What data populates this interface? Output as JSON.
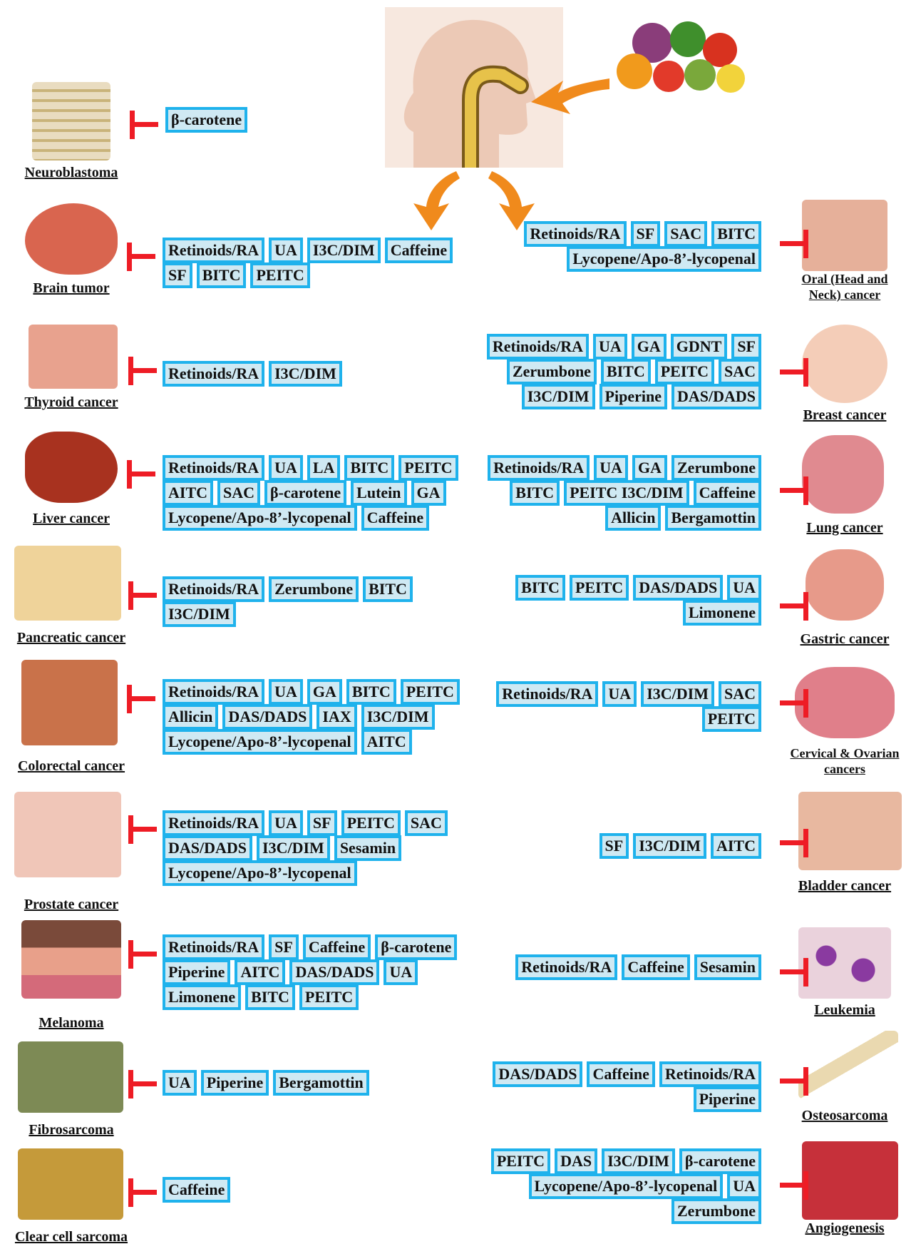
{
  "left": [
    {
      "label": "Neuroblastoma",
      "rows": [
        [
          "β-carotene"
        ]
      ]
    },
    {
      "label": "Brain tumor",
      "rows": [
        [
          "Retinoids/RA",
          "UA",
          "I3C/DIM",
          "Caffeine"
        ],
        [
          "SF",
          "BITC",
          "PEITC"
        ]
      ]
    },
    {
      "label": "Thyroid cancer",
      "rows": [
        [
          "Retinoids/RA",
          "I3C/DIM"
        ]
      ]
    },
    {
      "label": "Liver cancer",
      "rows": [
        [
          "Retinoids/RA",
          "UA",
          "LA",
          "BITC",
          "PEITC"
        ],
        [
          "AITC",
          "SAC",
          "β-carotene",
          "Lutein",
          "GA"
        ],
        [
          "Lycopene/Apo-8’-lycopenal",
          "Caffeine"
        ]
      ]
    },
    {
      "label": "Pancreatic cancer",
      "rows": [
        [
          "Retinoids/RA",
          "Zerumbone",
          "BITC"
        ],
        [
          "I3C/DIM"
        ]
      ]
    },
    {
      "label": "Colorectal cancer",
      "rows": [
        [
          "Retinoids/RA",
          "UA",
          "GA",
          "BITC",
          "PEITC"
        ],
        [
          "Allicin",
          "DAS/DADS",
          "IAX",
          "I3C/DIM"
        ],
        [
          "Lycopene/Apo-8’-lycopenal",
          "AITC"
        ]
      ]
    },
    {
      "label": "Prostate cancer",
      "rows": [
        [
          "Retinoids/RA",
          "UA",
          "SF",
          "PEITC",
          "SAC"
        ],
        [
          "DAS/DADS",
          "I3C/DIM",
          "Sesamin"
        ],
        [
          "Lycopene/Apo-8’-lycopenal"
        ]
      ]
    },
    {
      "label": "Melanoma",
      "rows": [
        [
          "Retinoids/RA",
          "SF",
          "Caffeine",
          "β-carotene"
        ],
        [
          "Piperine",
          "AITC",
          "DAS/DADS",
          "UA"
        ],
        [
          "Limonene",
          "BITC",
          "PEITC"
        ]
      ]
    },
    {
      "label": "Fibrosarcoma",
      "rows": [
        [
          "UA",
          "Piperine",
          "Bergamottin"
        ]
      ]
    },
    {
      "label": "Clear cell sarcoma",
      "rows": [
        [
          "Caffeine"
        ]
      ]
    }
  ],
  "right": [
    {
      "label": "Oral (Head and Neck) cancer",
      "rows": [
        [
          "Retinoids/RA",
          "SF",
          "SAC",
          "BITC"
        ],
        [
          "Lycopene/Apo-8’-lycopenal"
        ]
      ]
    },
    {
      "label": "Breast cancer",
      "rows": [
        [
          "Retinoids/RA",
          "UA",
          "GA",
          "GDNT",
          "SF"
        ],
        [
          "Zerumbone",
          "BITC",
          "PEITC",
          "SAC"
        ],
        [
          "I3C/DIM",
          "Piperine",
          "DAS/DADS"
        ]
      ]
    },
    {
      "label": "Lung cancer",
      "rows": [
        [
          "Retinoids/RA",
          "UA",
          "GA",
          "Zerumbone"
        ],
        [
          "BITC",
          "PEITC I3C/DIM",
          "Caffeine"
        ],
        [
          "Allicin",
          "Bergamottin"
        ]
      ]
    },
    {
      "label": "Gastric cancer",
      "rows": [
        [
          "BITC",
          "PEITC",
          "DAS/DADS",
          "UA"
        ],
        [
          "Limonene"
        ]
      ]
    },
    {
      "label": "Cervical & Ovarian cancers",
      "rows": [
        [
          "Retinoids/RA",
          "UA",
          "I3C/DIM",
          "SAC"
        ],
        [
          "PEITC"
        ]
      ]
    },
    {
      "label": "Bladder cancer",
      "rows": [
        [
          "SF",
          "I3C/DIM",
          "AITC"
        ]
      ]
    },
    {
      "label": "Leukemia",
      "rows": [
        [
          "Retinoids/RA",
          "Caffeine",
          "Sesamin"
        ]
      ]
    },
    {
      "label": "Osteosarcoma",
      "rows": [
        [
          "DAS/DADS",
          "Caffeine",
          "Retinoids/RA"
        ],
        [
          "Piperine"
        ]
      ]
    },
    {
      "label": "Angiogenesis",
      "rows": [
        [
          "PEITC",
          "DAS",
          "I3C/DIM",
          "β-carotene"
        ],
        [
          "Lycopene/Apo-8’-lycopenal",
          "UA"
        ],
        [
          "Zerumbone"
        ]
      ]
    }
  ],
  "colors": {
    "tag_border": "#1fb2ec",
    "tag_fill": "#cfe9f3",
    "inhibit": "#ee1c25",
    "arrow": "#f08a1c"
  }
}
